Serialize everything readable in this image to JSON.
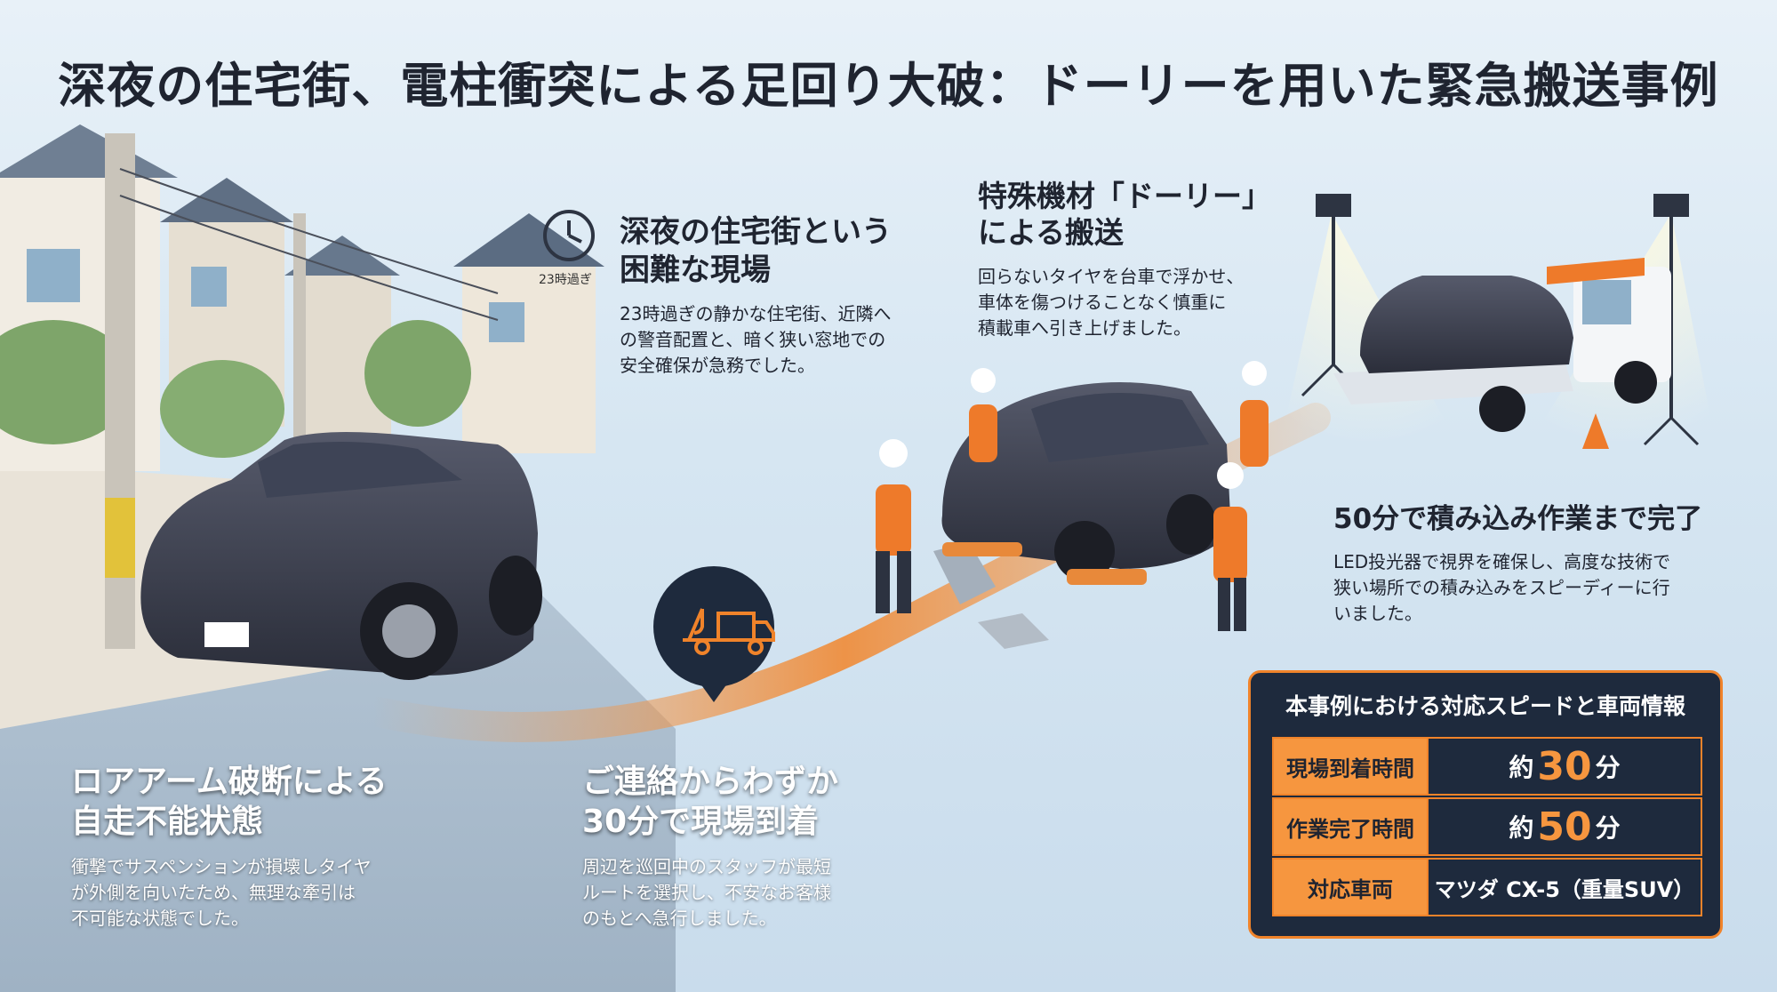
{
  "title": "深夜の住宅街、電柱衝突による足回り大破：ドーリーを用いた緊急搬送事例",
  "clock": {
    "label": "23時過ぎ"
  },
  "section_scene": {
    "heading_1": "深夜の住宅街という",
    "heading_2": "困難な現場",
    "body_1": "23時過ぎの静かな住宅街、近隣へ",
    "body_2": "の警音配置と、暗く狭い窓地での",
    "body_3": "安全確保が急務でした。"
  },
  "section_dolly": {
    "heading_1": "特殊機材「ドーリー」",
    "heading_2": "による搬送",
    "body_1": "回らないタイヤを台車で浮かせ、",
    "body_2": "車体を傷つけることなく慎重に",
    "body_3": "積載車へ引き上げました。"
  },
  "section_loading": {
    "heading": "50分で積み込み作業まで完了",
    "body_1": "LED投光器で視界を確保し、高度な技術で",
    "body_2": "狭い場所での積み込みをスピーディーに行",
    "body_3": "いました。"
  },
  "section_damage": {
    "heading_1": "ロアアーム破断による",
    "heading_2": "自走不能状態",
    "body_1": "衝撃でサスペンションが損壊しタイヤ",
    "body_2": "が外側を向いたため、無理な牽引は",
    "body_3": "不可能な状態でした。"
  },
  "section_arrival": {
    "heading_1": "ご連絡からわずか",
    "heading_2": "30分で現場到着",
    "body_1": "周辺を巡回中のスタッフが最短",
    "body_2": "ルートを選択し、不安なお客様",
    "body_3": "のもとへ急行しました。"
  },
  "info_table": {
    "title": "本事例における対応スピードと車両情報",
    "rows": [
      {
        "label": "現場到着時間",
        "prefix": "約",
        "number": "30",
        "suffix": "分"
      },
      {
        "label": "作業完了時間",
        "prefix": "約",
        "number": "50",
        "suffix": "分"
      },
      {
        "label": "対応車両",
        "value": "マツダ CX-5（重量SUV）"
      }
    ]
  },
  "icons": [
    "clock-icon",
    "tow-truck-icon"
  ],
  "colors": {
    "accent": "#f0832a",
    "panel": "#1e2a3d",
    "text": "#1f2430"
  }
}
